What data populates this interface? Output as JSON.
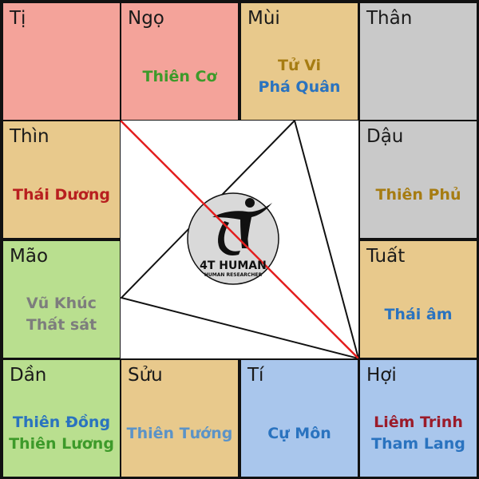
{
  "palaces": {
    "ti_snake": {
      "branch": "Tị",
      "stars": []
    },
    "ngo": {
      "branch": "Ngọ",
      "stars": [
        {
          "name": "Thiên Cơ",
          "color": "#3d9a2a"
        }
      ]
    },
    "mui": {
      "branch": "Mùi",
      "stars": [
        {
          "name": "Tử Vi",
          "color": "#a67c12"
        },
        {
          "name": "Phá Quân",
          "color": "#2a73bf"
        }
      ]
    },
    "than": {
      "branch": "Thân",
      "stars": []
    },
    "thin": {
      "branch": "Thìn",
      "stars": [
        {
          "name": "Thái Dương",
          "color": "#b81f1f"
        }
      ]
    },
    "dau": {
      "branch": "Dậu",
      "stars": [
        {
          "name": "Thiên Phủ",
          "color": "#a67c12"
        }
      ]
    },
    "mao": {
      "branch": "Mão",
      "stars": [
        {
          "name": "Vũ Khúc",
          "color": "#7d7d7d"
        },
        {
          "name": "Thất sát",
          "color": "#7d7d7d"
        }
      ]
    },
    "tuat": {
      "branch": "Tuất",
      "stars": [
        {
          "name": "Thái âm",
          "color": "#2a73bf"
        }
      ]
    },
    "dan": {
      "branch": "Dần",
      "stars": [
        {
          "name": "Thiên Đồng",
          "color": "#2a73bf"
        },
        {
          "name": "Thiên Lương",
          "color": "#3d9a2a"
        }
      ]
    },
    "suu": {
      "branch": "Sửu",
      "stars": [
        {
          "name": "Thiên Tướng",
          "color": "#5b93c7"
        }
      ]
    },
    "ti_rat": {
      "branch": "Tí",
      "stars": [
        {
          "name": "Cự Môn",
          "color": "#2a73bf"
        }
      ]
    },
    "hoi": {
      "branch": "Hợi",
      "stars": [
        {
          "name": "Liêm Trinh",
          "color": "#9b1b2a"
        },
        {
          "name": "Tham Lang",
          "color": "#2a73bf"
        }
      ]
    }
  },
  "colors": {
    "salmon": "#f4a39a",
    "tan": "#e8c98c",
    "gray": "#c9c9c9",
    "green": "#b9df8f",
    "blue": "#a9c6ec",
    "grid": "#111111",
    "diagonal": "#e31e1e"
  },
  "logo": {
    "brand": "4T HUMAN",
    "tagline": "HUMAN RESEARCHER",
    "icon": "stick-figure-logo-icon"
  }
}
